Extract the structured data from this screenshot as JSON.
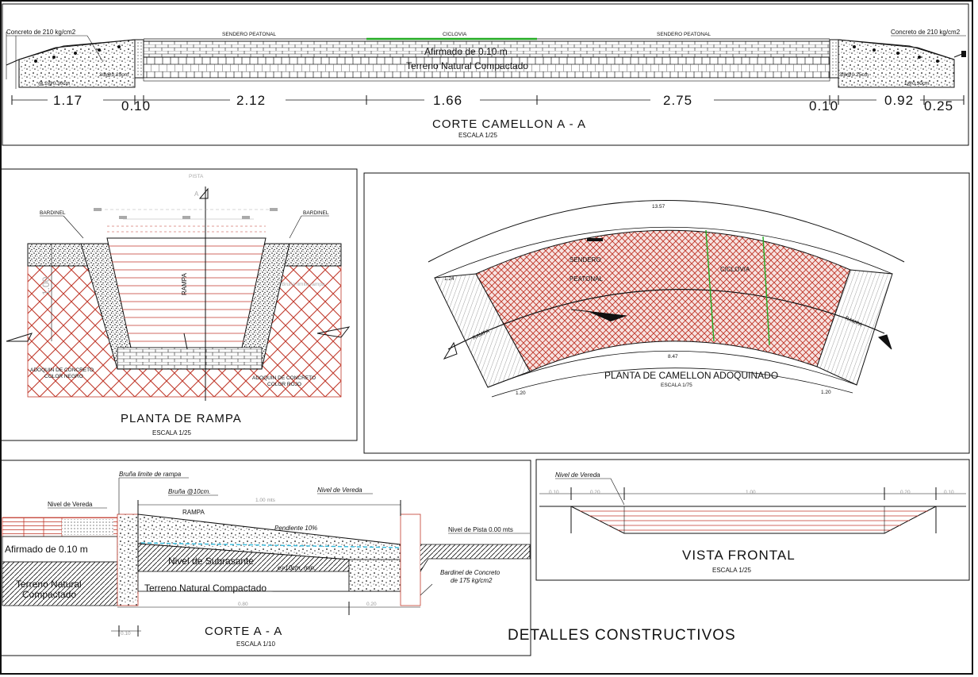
{
  "colors": {
    "red_hatch": "#c0392b",
    "red_light": "#d8857d",
    "green": "#22aa22",
    "ink": "#111111",
    "cyan": "#33bbdd",
    "gray_text": "#999999"
  },
  "section_top": {
    "title": "CORTE   CAMELLON  A - A",
    "scale": "ESCALA 1/25",
    "label_concrete_left": "Concreto de 210 kg/cm2",
    "label_concrete_right": "Concreto de 210 kg/cm2",
    "label_sendero_left": "SENDERO PEATONAL",
    "label_ciclovia": "CICLOVIA",
    "label_sendero_right": "SENDERO PEATONAL",
    "label_afirmado": "Afirmado de 0.10 m",
    "label_terreno": "Terreno Natural Compactado",
    "rebar_left_1": "@.2@0.30cm",
    "rebar_left_2": "3/8@0.25cm",
    "rebar_right_1": "3/8@0.25cm",
    "rebar_right_2": "1@0.30cm",
    "dims": [
      "1.17",
      "0.10",
      "2.12",
      "1.66",
      "2.75",
      "0.10",
      "0.92",
      "0.25"
    ]
  },
  "plan_rampa": {
    "title": "PLANTA DE RAMPA",
    "scale": "ESCALA 1/25",
    "label_pista": "PISTA",
    "label_a": "A",
    "label_bardinel_left": "BARDINEL",
    "label_bardinel_right": "BARDINEL",
    "label_rampa": "RAMPA",
    "label_limite": "Bruña limite rampa",
    "label_dim_v": "1.00",
    "label_adoquin_left_1": "ADOQUIN DE CONCRETO",
    "label_adoquin_left_2": "COLOR NEGRO",
    "label_adoquin_right_1": "ADOQUIN DE CONCRETO",
    "label_adoquin_right_2": "COLOR ROJO"
  },
  "plan_camellon": {
    "title": "PLANTA DE CAMELLON ADOQUINADO",
    "scale": "ESCALA 1/75",
    "dim_outer": "13.57",
    "dim_inner": "8.47",
    "dim_left": "1.24",
    "dim_bottom_left": "1.20",
    "dim_bottom_right": "1.20",
    "label_sendero": "SENDERO",
    "label_peatonal": "PEATONAL",
    "label_ciclovia": "CICLOVIA",
    "label_rampa_left": "RAMPA",
    "label_rampa_right": "RAMPA"
  },
  "section_aa": {
    "title": "CORTE     A - A",
    "scale": "ESCALA 1/10",
    "label_bruna_limite": "Bruña limite de rampa",
    "label_bruna_10": "Bruña @10cm.",
    "label_nivel_vereda_left": "Nivel  de Vereda",
    "label_nivel_vereda_top": "Nivel  de Vereda",
    "label_dim_top": "1.00  mts",
    "label_rampa": "RAMPA",
    "label_pendiente": "Pendiente 10%",
    "label_nivel_pista": "Nivel de Pista  0.00 mts",
    "label_afirmado": "Afirmado de 0.10 m",
    "label_subrasante": "Nivel de Subrasante",
    "label_e10": "e=10cm. min.",
    "label_terreno_1": "Terreno Natural",
    "label_terreno_2": "Compactado",
    "label_terreno_inline": "Terreno Natural Compactado",
    "label_bardinel_1": "Bardinel de Concreto",
    "label_bardinel_2": "de 175 kg/cm2",
    "dim_080": "0.80",
    "dim_020": "0.20",
    "dim_010": "0.10"
  },
  "vista_frontal": {
    "title": "VISTA FRONTAL",
    "scale": "ESCALA 1/25",
    "label_nivel_vereda": "Nivel  de Vereda",
    "dims": [
      "0.10",
      "0.20",
      "1.00",
      "0.20",
      "0.10"
    ]
  },
  "sheet": {
    "title": "DETALLES CONSTRUCTIVOS"
  }
}
